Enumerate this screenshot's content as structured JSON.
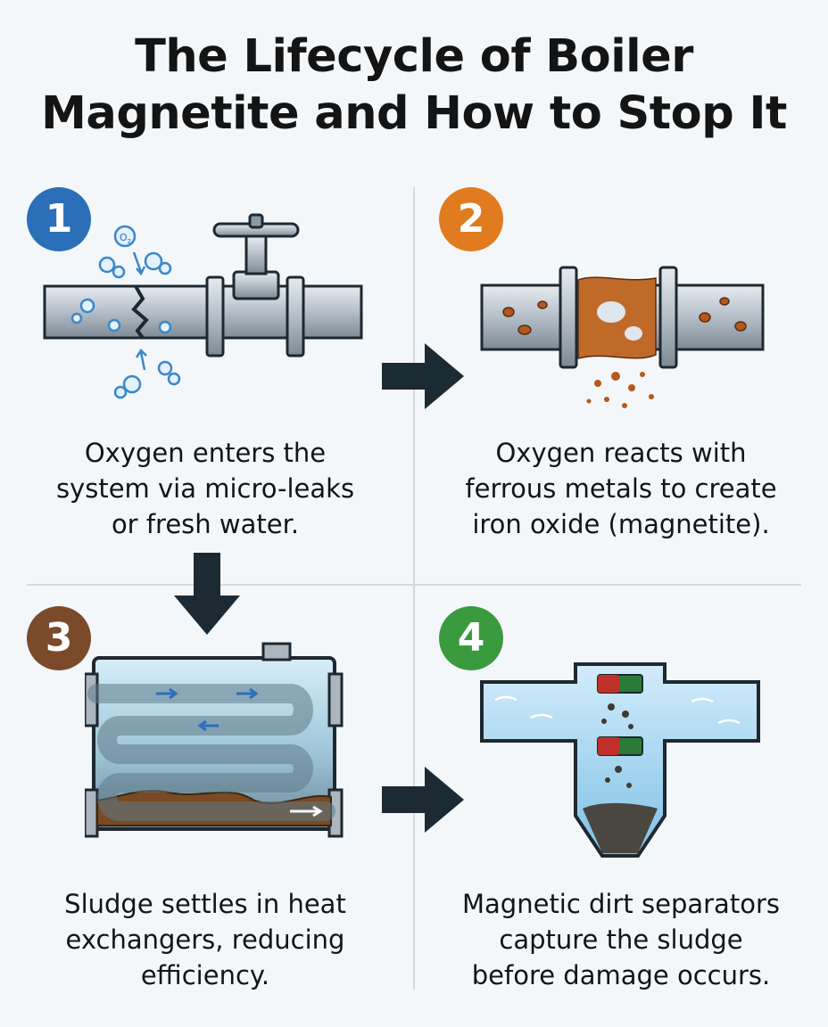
{
  "title": {
    "line1": "The Lifecycle of Boiler",
    "line2": "Magnetite and How to Stop It"
  },
  "colors": {
    "step1": "#2a6fb8",
    "step2": "#e07b1f",
    "step3": "#7a4a2a",
    "step4": "#3a9a3e",
    "arrow": "#1c2a33"
  },
  "steps": [
    {
      "number": "1",
      "lines": [
        "Oxygen enters the",
        "system via micro-leaks",
        "or fresh water."
      ]
    },
    {
      "number": "2",
      "lines": [
        "Oxygen reacts with",
        "ferrous metals to create",
        "iron oxide (magnetite)."
      ]
    },
    {
      "number": "3",
      "lines": [
        "Sludge settles in heat",
        "exchangers, reducing",
        "efficiency."
      ]
    },
    {
      "number": "4",
      "lines": [
        "Magnetic dirt separators",
        "capture the sludge",
        "before damage occurs."
      ]
    }
  ],
  "icons": {
    "o2_label": "O",
    "o2_sub": "2"
  }
}
